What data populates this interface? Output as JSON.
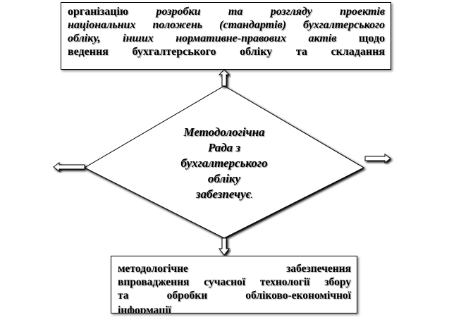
{
  "top_box": {
    "lines": [
      {
        "parts": [
          "організацію",
          "розробки",
          "та",
          "розгляду",
          "проектів"
        ],
        "italic": [
          false,
          true,
          true,
          true,
          true
        ]
      },
      {
        "text": "національних положень (стандартів) бухгалтерського",
        "italic": true
      },
      {
        "parts": [
          "обліку,",
          "інших",
          "нормативне-правових",
          "актів",
          "щодо"
        ],
        "italic": [
          true,
          true,
          true,
          true,
          false
        ]
      },
      {
        "text": "ведення бухгалтерського обліку та складання",
        "italic": false
      }
    ]
  },
  "center": {
    "lines": [
      "Методологічна",
      "Рада з",
      "бухгалтерського",
      "обліку",
      "забезпечує"
    ]
  },
  "bottom_box": {
    "lines": [
      "методологічне забезпечення",
      "впровадження сучасної технології збору",
      "та обробки обліково-економічної",
      "інформації"
    ]
  }
}
